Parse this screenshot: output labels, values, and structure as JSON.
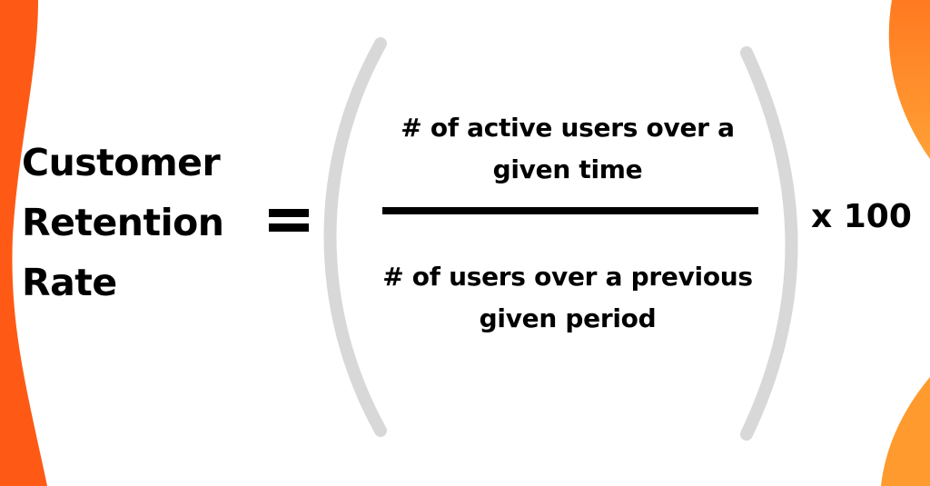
{
  "formula": {
    "lhs_lines": [
      "Customer",
      "Retention",
      "Rate"
    ],
    "equals": "=",
    "numerator_lines": [
      "# of active users over a",
      "given time"
    ],
    "denominator_lines": [
      "# of users over a previous",
      "given period"
    ],
    "multiplier": "x 100"
  },
  "colors": {
    "left_wave": "#fe5a16",
    "right_wave_top": "#ff7e22",
    "right_wave_bottom": "#ff9a2e",
    "parentheses": "#d8d8d8",
    "text": "#000000"
  }
}
